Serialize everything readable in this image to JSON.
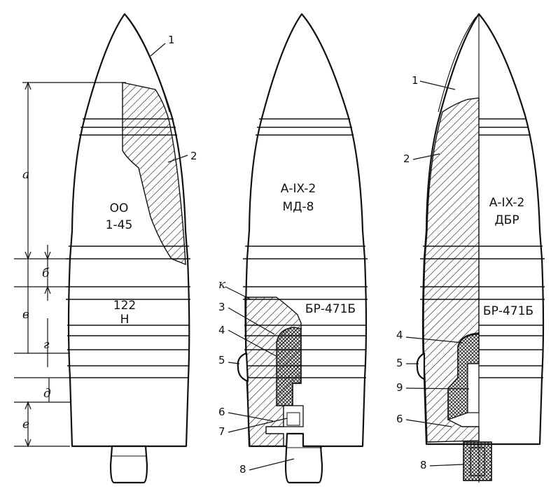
{
  "shells": [
    {
      "id": "left",
      "marking_top_1": "ОО",
      "marking_top_2": "1-45",
      "marking_bottom_1": "122",
      "marking_bottom_2": "Н",
      "callouts": [
        "1",
        "2"
      ]
    },
    {
      "id": "middle",
      "marking_top_1": "А-IX-2",
      "marking_top_2": "МД-8",
      "marking_bottom_1": "БР-471Б",
      "callouts": [
        "к",
        "3",
        "4",
        "5",
        "6",
        "7",
        "8"
      ]
    },
    {
      "id": "right",
      "marking_top_1": "А-IX-2",
      "marking_top_2": "ДБР",
      "marking_bottom_1": "БР-471Б",
      "callouts": [
        "1",
        "2",
        "4",
        "5",
        "9",
        "6",
        "8"
      ]
    }
  ],
  "dimensions": [
    "а",
    "б",
    "в",
    "г",
    "д",
    "е"
  ],
  "colors": {
    "ink": "#111111",
    "paper": "#ffffff"
  }
}
